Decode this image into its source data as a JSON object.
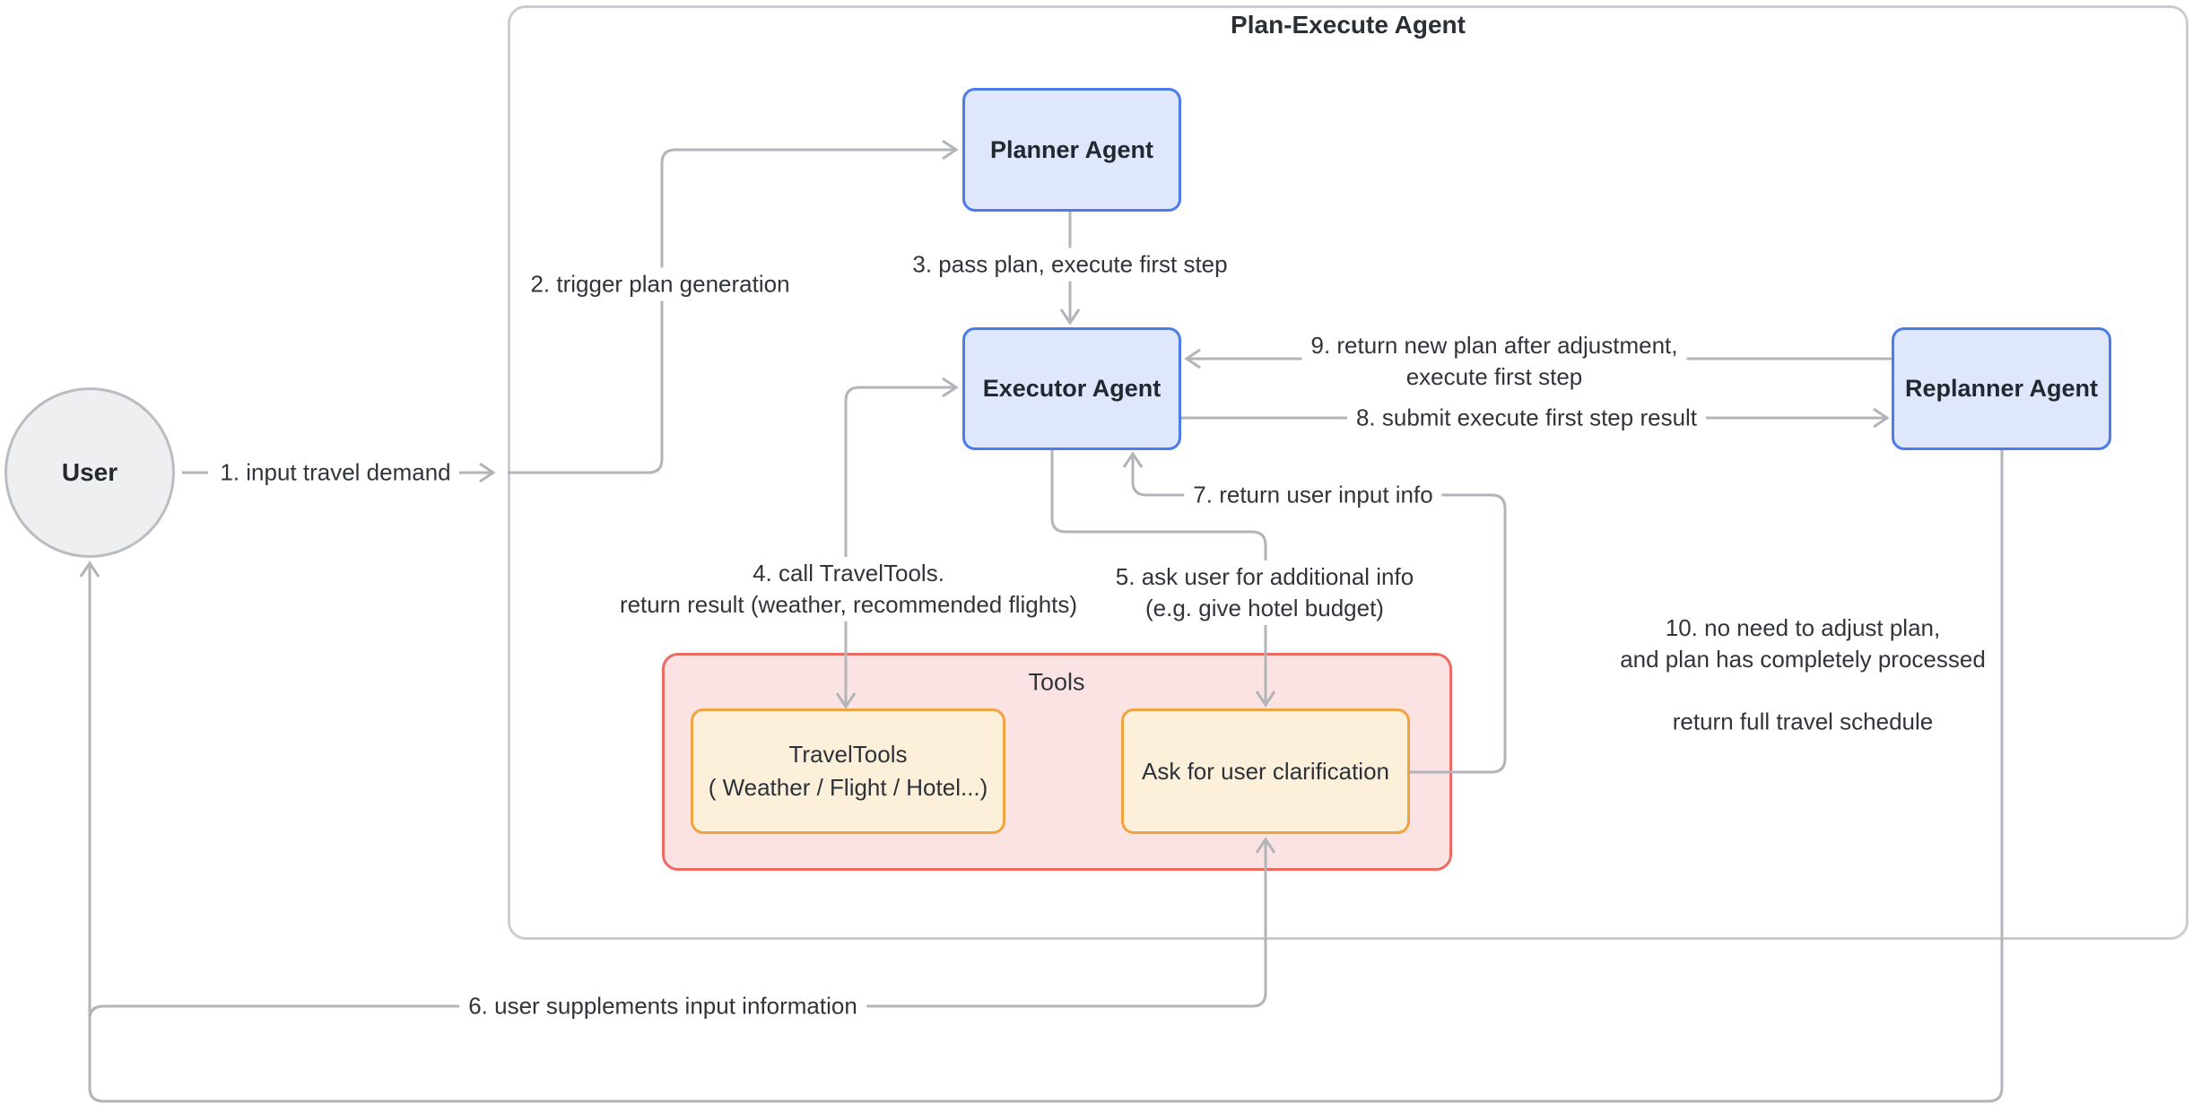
{
  "diagram": {
    "title": "Plan-Execute Agent",
    "nodes": {
      "user": {
        "label": "User"
      },
      "planner": {
        "label": "Planner Agent"
      },
      "executor": {
        "label": "Executor Agent"
      },
      "replanner": {
        "label": "Replanner Agent"
      },
      "tools_group": {
        "label": "Tools"
      },
      "travel_tools": {
        "label": "TravelTools",
        "sublabel": "( Weather / Flight / Hotel...)"
      },
      "ask_clarification": {
        "label": "Ask for user clarification"
      }
    },
    "edges": {
      "e1": {
        "label": "1. input travel demand"
      },
      "e2": {
        "label": "2. trigger plan generation"
      },
      "e3": {
        "label": "3. pass plan, execute first step"
      },
      "e4": {
        "label": "4. call TravelTools.",
        "label2": "return result (weather, recommended flights)"
      },
      "e5": {
        "label": "5. ask user for additional info",
        "label2": "(e.g. give hotel budget)"
      },
      "e6": {
        "label": "6. user supplements input information"
      },
      "e7": {
        "label": "7. return user input info"
      },
      "e8": {
        "label": "8. submit execute first step result"
      },
      "e9": {
        "label": "9. return new plan after adjustment,",
        "label2": "execute first step"
      },
      "e10": {
        "label": "10. no need to adjust plan,",
        "label2": "and plan has completely processed",
        "label3": "return full travel schedule"
      }
    },
    "colors": {
      "connector_gray": "#b1b4b9",
      "agent_fill": "#dee7fb",
      "agent_border": "#4b7ce8",
      "tools_fill": "#fce3e3",
      "tools_border": "#ec6a62",
      "toolbox_fill": "#fdf0db",
      "toolbox_border": "#f0a340",
      "user_fill": "#edeff1",
      "user_border": "#b9bdc2",
      "outer_border": "#cacccf",
      "text": "#31353b"
    }
  }
}
